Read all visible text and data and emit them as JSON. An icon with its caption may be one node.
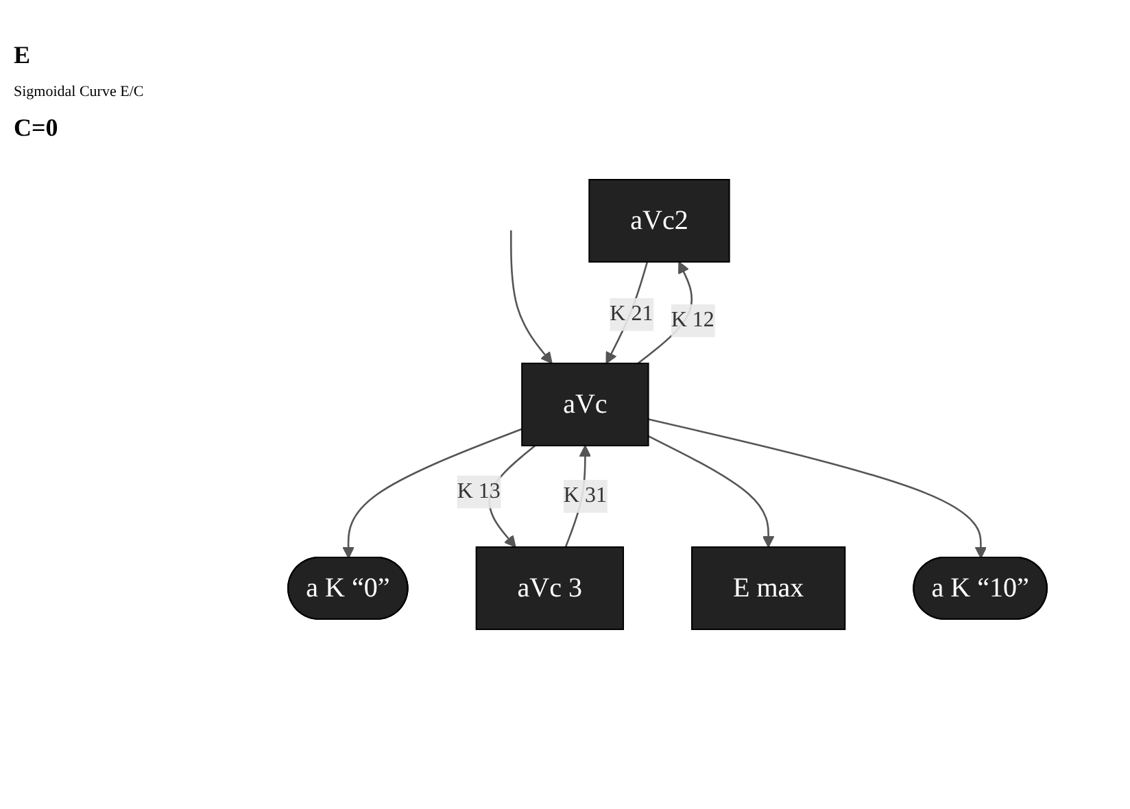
{
  "diagram": {
    "nodes": [
      {
        "text": [
          "a K “0”"
        ]
      },
      {
        "text": [
          "aVc2"
        ]
      },
      {
        "text": [
          "aVc"
        ]
      },
      {
        "text": [
          "aVc 3"
        ]
      },
      {
        "text": [
          "E max"
        ]
      },
      {
        "text": [
          "a K “10”"
        ]
      }
    ],
    "edges": [
      {
        "from": null,
        "to": 2,
        "arrow": "to"
      },
      {
        "from": 2,
        "to": 0,
        "arrow": "to"
      },
      {
        "from": 2,
        "to": 1,
        "arrow": "to",
        "label": "K 12"
      },
      {
        "from": 1,
        "to": 2,
        "arrow": "to",
        "label": "K 21"
      },
      {
        "from": 2,
        "to": 3,
        "arrow": "to",
        "label": "K 13"
      },
      {
        "from": 3,
        "to": 2,
        "arrow": "to",
        "label": "K 31"
      },
      {
        "from": 2,
        "to": 4,
        "arrow": "to"
      },
      {
        "from": 2,
        "to": 5,
        "arrow": "to"
      }
    ],
    "labels": [
      "E",
      "Sigmoidal Curve E/C",
      "C=0"
    ]
  }
}
